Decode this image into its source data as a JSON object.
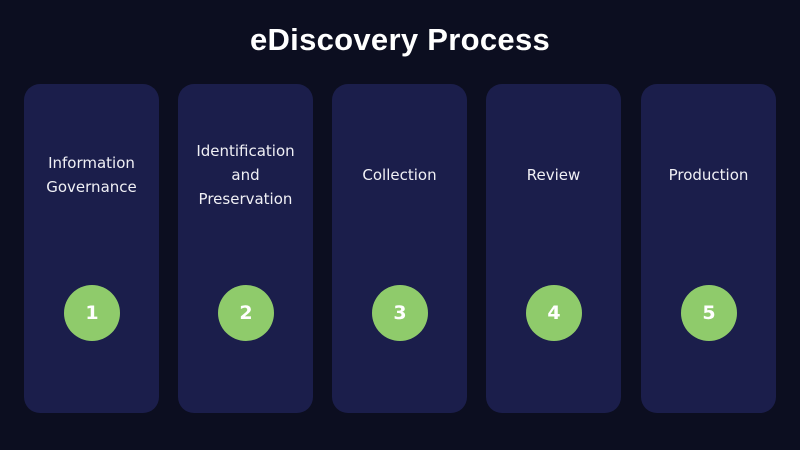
{
  "title": "eDiscovery Process",
  "colors": {
    "background": "#0c0e20",
    "card": "#1b1e4b",
    "badge": "#8fcb6b",
    "text": "#ffffff"
  },
  "steps": [
    {
      "number": "1",
      "label": "Information\nGovernance"
    },
    {
      "number": "2",
      "label": "Identification\nand\nPreservation"
    },
    {
      "number": "3",
      "label": "Collection"
    },
    {
      "number": "4",
      "label": "Review"
    },
    {
      "number": "5",
      "label": "Production"
    }
  ]
}
